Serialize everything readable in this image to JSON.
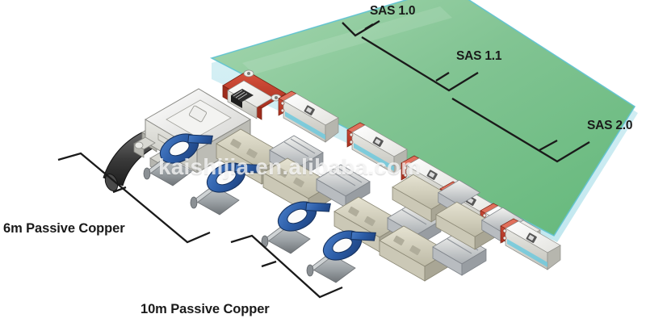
{
  "diagram": {
    "title": "SAS connector and cable generation comparison",
    "background_color": "#ffffff",
    "watermark": "kaishijia.en.alibaba.com"
  },
  "generation_labels": [
    {
      "id": "sas-1-0",
      "text": "SAS 1.0"
    },
    {
      "id": "sas-1-1",
      "text": "SAS 1.1"
    },
    {
      "id": "sas-2-0",
      "text": "SAS 2.0"
    }
  ],
  "cable_labels": [
    {
      "id": "6m-passive-copper",
      "text": "6m Passive Copper"
    },
    {
      "id": "10m-passive-copper",
      "text": "10m Passive Copper"
    }
  ],
  "colors": {
    "plane_green": "#7fc291",
    "plane_green_light": "#a5d6ae",
    "plane_edge_cyan": "#63c6d8",
    "receptacle_red": "#c0392b",
    "receptacle_body": "#f4f4f2",
    "accent_cyan": "#6fc9dd",
    "pull_ring_blue": "#2b5ca6",
    "connector_tan": "#d8d6c4",
    "connector_grey": "#b9bcc0",
    "cable_grey": "#9aa0a4",
    "cable_black": "#3a3a3a",
    "bracket_line": "#1a1a1a",
    "label_text": "#1a1a1a"
  },
  "objects": {
    "green_plane": "isometric green PCB plane",
    "sff8470_plug": "large grey SFF-8470 plug with black cable",
    "sff8470_receptacle": "red and white SFF-8470 board receptacle",
    "mini_sas_receptacles_count": 6,
    "mini_sas_cables_count": 4,
    "pull_rings_count": 4
  }
}
